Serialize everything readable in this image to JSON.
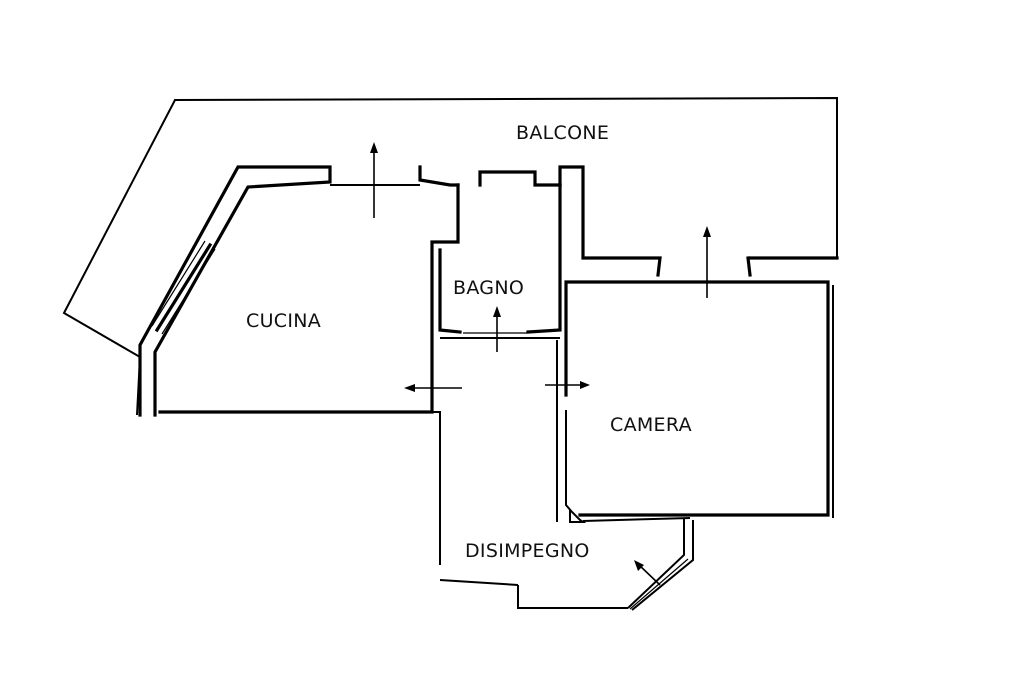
{
  "rooms": {
    "balcone": "BALCONE",
    "cucina": "CUCINA",
    "bagno": "BAGNO",
    "camera": "CAMERA",
    "disimpegno": "DISIMPEGNO"
  }
}
